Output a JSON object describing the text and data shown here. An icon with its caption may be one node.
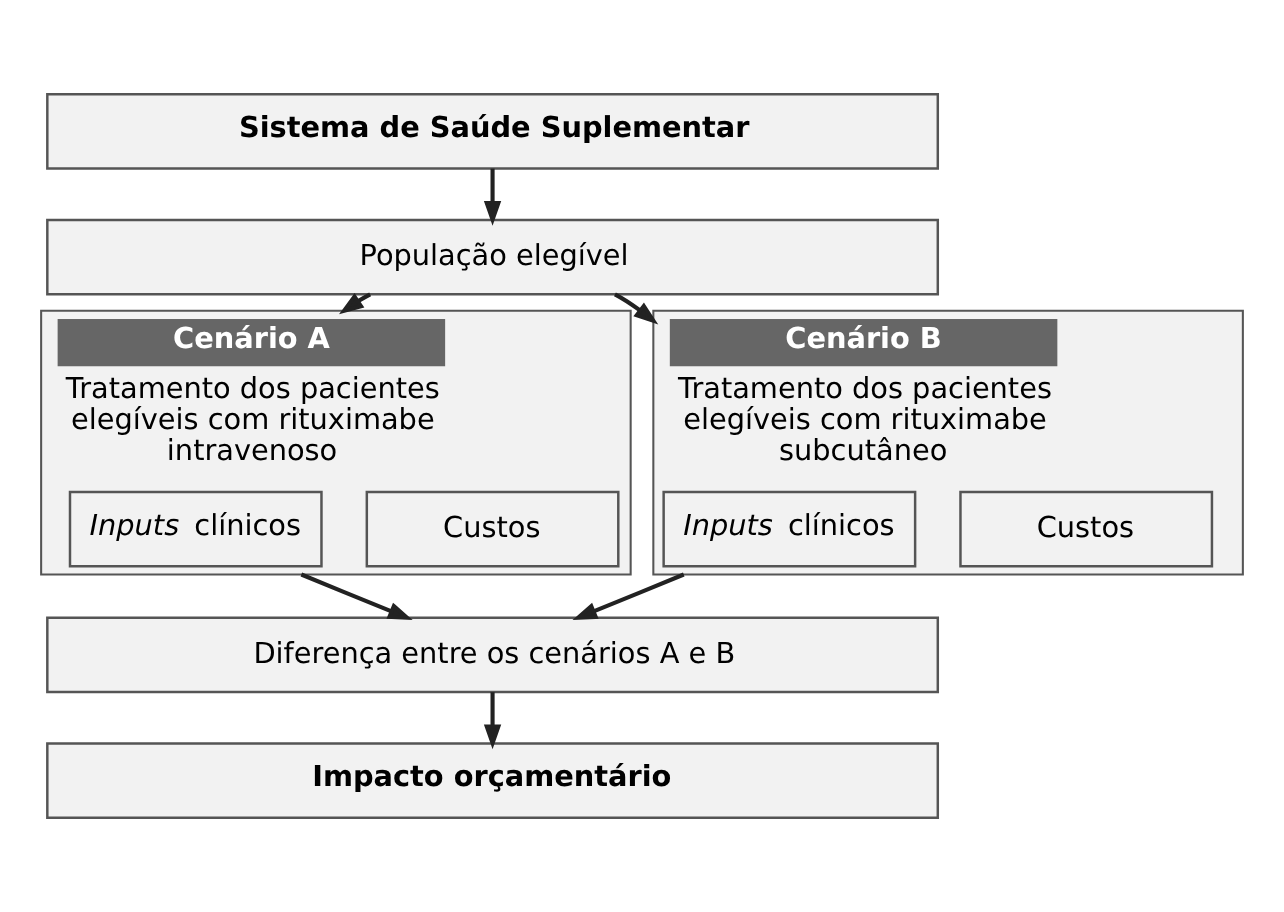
{
  "diagram": {
    "nodes": [
      {
        "text": [
          "Sistema de Saúde Suplementar"
        ]
      },
      {
        "text": [
          "População elegível"
        ]
      },
      {
        "text": [
          "Cenário A",
          "Tratamento dos pacientes elegíveis com rituximabe intravenoso"
        ]
      },
      {
        "text": [
          "*Inputs* clínicos"
        ],
        "in": 2
      },
      {
        "text": [
          "Custos"
        ],
        "in": 2
      },
      {
        "text": [
          "Cenário B",
          "Tratamento dos pacientes elegíveis com rituximabe subcutâneo"
        ]
      },
      {
        "text": [
          "*Inputs* clínicos"
        ],
        "in": 5
      },
      {
        "text": [
          "Custos"
        ],
        "in": 5
      },
      {
        "text": [
          "Diferença entre os cenários A e B"
        ]
      },
      {
        "text": [
          "Impacto orçamentário"
        ]
      }
    ],
    "edges": [
      {
        "from": 0,
        "to": 1,
        "arrow": "to"
      },
      {
        "from": 1,
        "to": 2,
        "arrow": "to"
      },
      {
        "from": 1,
        "to": 5,
        "arrow": "to"
      },
      {
        "from": 2,
        "to": 8,
        "arrow": "to"
      },
      {
        "from": 5,
        "to": 8,
        "arrow": "to"
      },
      {
        "from": 8,
        "to": 9,
        "arrow": "to"
      }
    ]
  }
}
